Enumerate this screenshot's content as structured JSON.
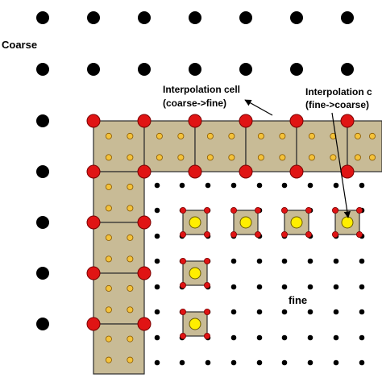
{
  "labels": {
    "coarse": "Coarse",
    "fine": "fine",
    "interp_cf_title": "Interpolation cell",
    "interp_cf_sub": "(coarse->fine)",
    "interp_fc_title": "Interpolation c",
    "interp_fc_sub": "(fine->coarse)"
  },
  "colors": {
    "cell_fill": "#c8bb96",
    "cell_stroke": "#2b2b2b",
    "coarse_node": "#000000",
    "red_node": "#e01414",
    "red_node_stroke": "#7a0000",
    "interior_point": "#f4c23a",
    "yellow_center": "#ffee00",
    "fine_node": "#000000"
  }
}
